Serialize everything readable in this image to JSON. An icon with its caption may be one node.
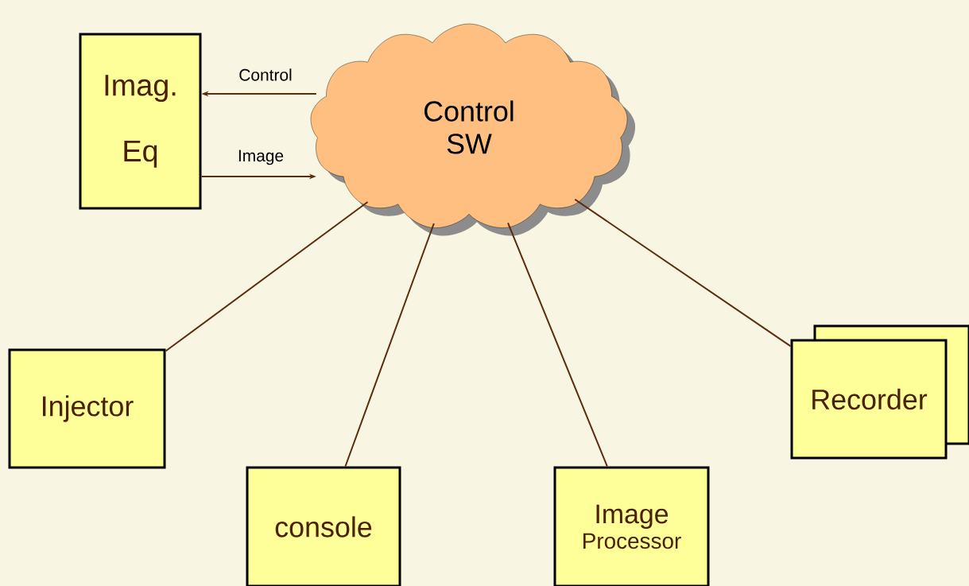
{
  "diagram": {
    "nodes": [
      {
        "text": [
          "Imag. Eq"
        ]
      },
      {
        "text": [
          "Control SW"
        ]
      },
      {
        "text": [
          "Injector"
        ]
      },
      {
        "text": [
          "console"
        ]
      },
      {
        "text": [
          "Image",
          "Processor"
        ]
      },
      {
        "text": [
          "Recorder"
        ]
      }
    ],
    "edges": [
      {
        "from": 1,
        "to": 0,
        "arrow": "to",
        "label": "Control"
      },
      {
        "from": 0,
        "to": 1,
        "arrow": "to",
        "label": "Image"
      },
      {
        "from": 1,
        "to": 2,
        "arrow": "none"
      },
      {
        "from": 1,
        "to": 3,
        "arrow": "none"
      },
      {
        "from": 1,
        "to": 4,
        "arrow": "none"
      },
      {
        "from": 1,
        "to": 5,
        "arrow": "none"
      }
    ]
  }
}
